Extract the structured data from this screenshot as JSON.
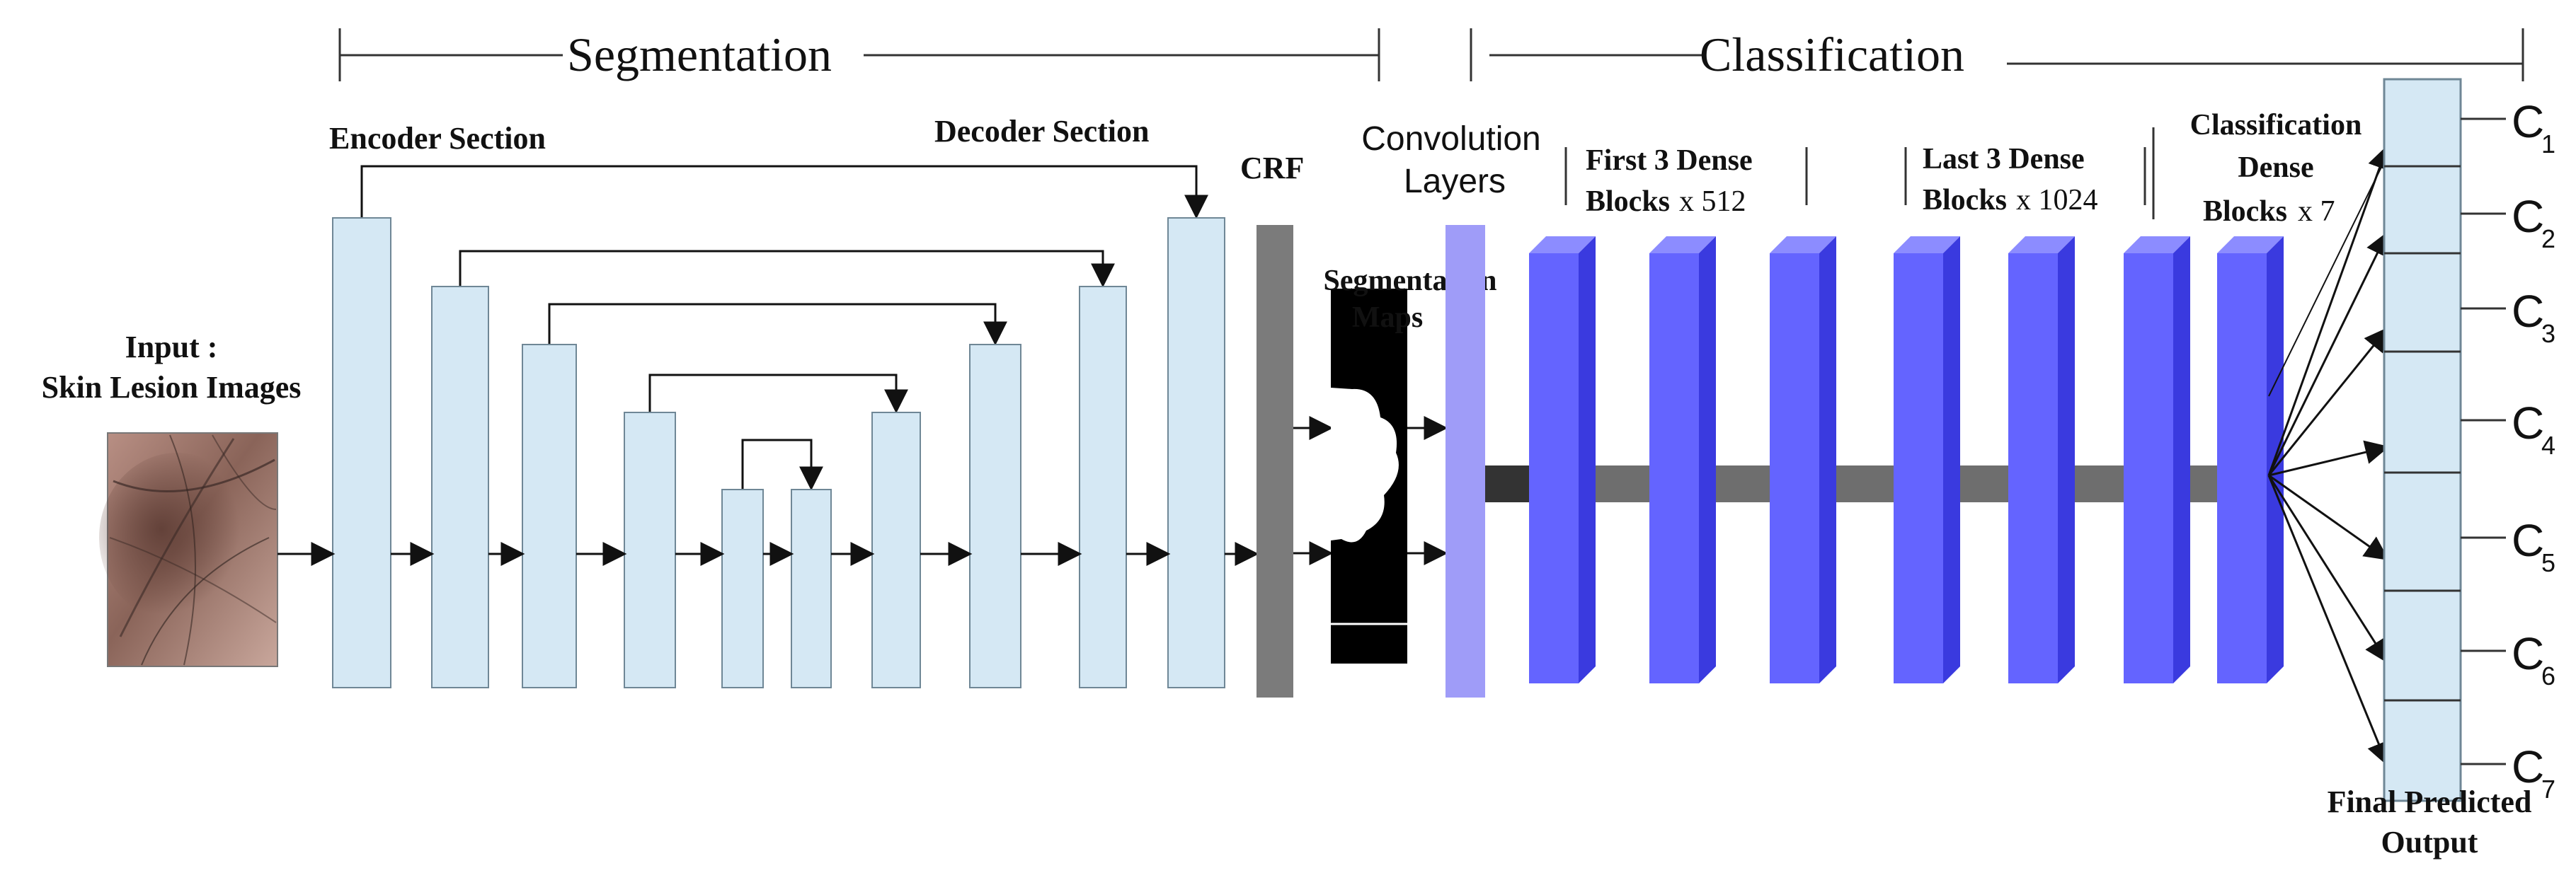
{
  "sections": {
    "segmentation": "Segmentation",
    "classification": "Classification"
  },
  "labels": {
    "input_line1": "Input :",
    "input_line2": "Skin Lesion Images",
    "encoder": "Encoder Section",
    "decoder": "Decoder Section",
    "crf": "CRF",
    "seg_maps_line1": "Segmentation",
    "seg_maps_line2": "Maps",
    "conv_line1": "Convolution",
    "conv_line2": "Layers",
    "first_dense_line1": "First 3 Dense",
    "first_dense_line2a": "Blocks",
    "first_dense_line2b": "x 512",
    "last_dense_line1": "Last 3 Dense",
    "last_dense_line2a": "Blocks",
    "last_dense_line2b": "x 1024",
    "cls_dense_line1": "Classification",
    "cls_dense_line2": "Dense",
    "cls_dense_line3a": "Blocks",
    "cls_dense_line3b": "x 7",
    "final_line1": "Final Predicted",
    "final_line2": "Output"
  },
  "outputs": [
    {
      "letter": "C",
      "sub": "1"
    },
    {
      "letter": "C",
      "sub": "2"
    },
    {
      "letter": "C",
      "sub": "3"
    },
    {
      "letter": "C",
      "sub": "4"
    },
    {
      "letter": "C",
      "sub": "5"
    },
    {
      "letter": "C",
      "sub": "6"
    },
    {
      "letter": "C",
      "sub": "7"
    }
  ],
  "colors": {
    "unet_block": "#d5e8f4",
    "unet_stroke": "#6f8796",
    "crf_bar": "#7b7b7b",
    "conv_bar": "#9f9cf8",
    "dense_front": "#6464ff",
    "dense_side": "#3a3adf",
    "dense_top": "#8c8cff",
    "connector": "#6e6e6e",
    "seg_map": "#000000",
    "output_box": "#d5e8f4"
  }
}
